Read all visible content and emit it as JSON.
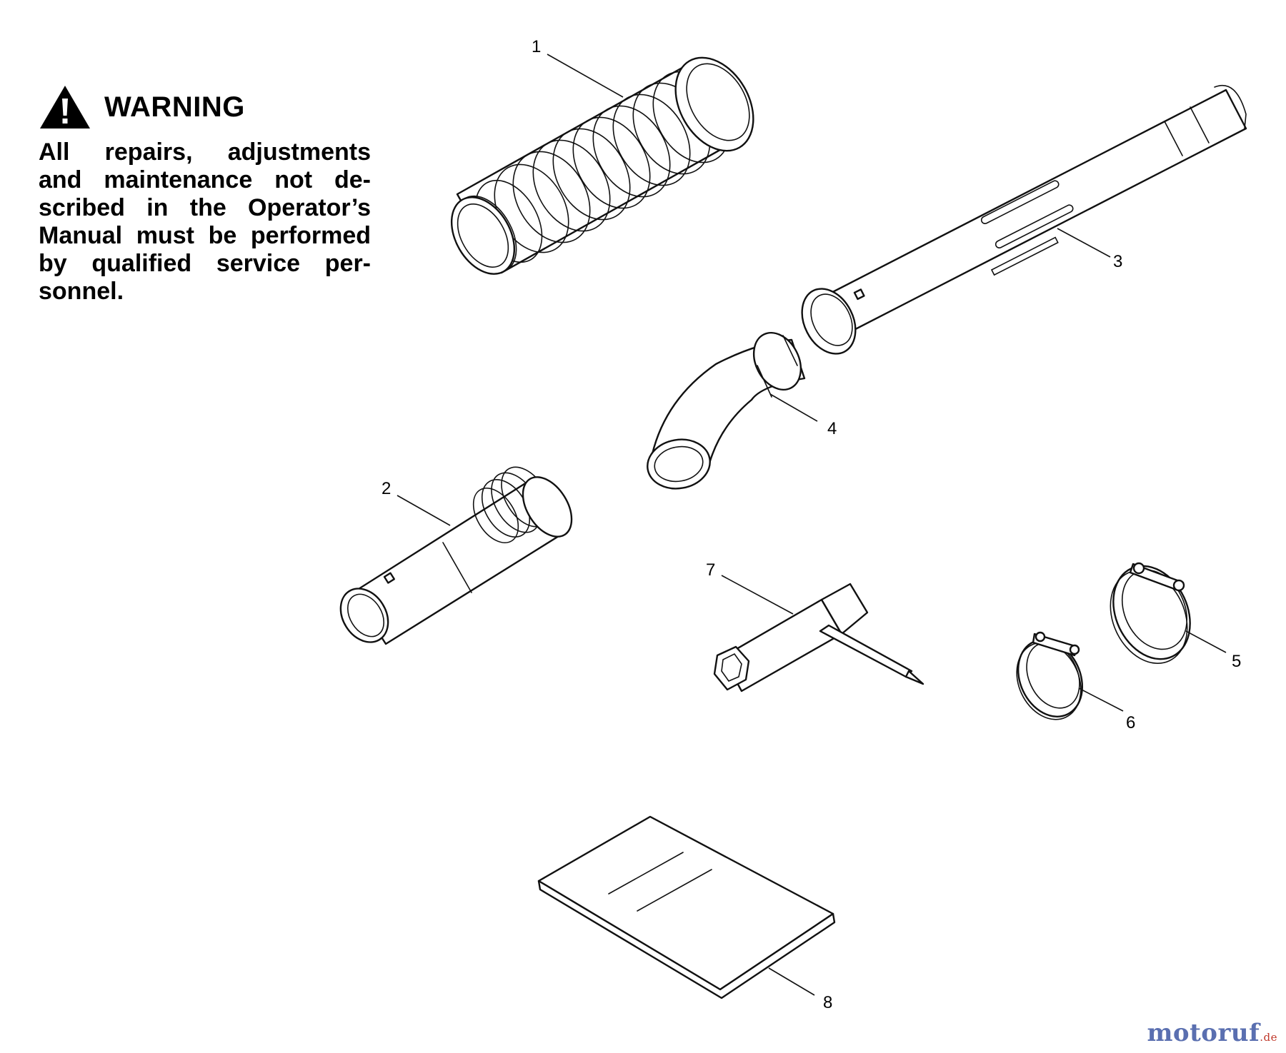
{
  "warning": {
    "title": "WARNING",
    "lines": [
      "All repairs, adjustments",
      "and maintenance not de-",
      "scribed in the Operator’s",
      "Manual must be performed",
      "by qualified  service per-",
      "sonnel."
    ]
  },
  "callouts": [
    "1",
    "2",
    "3",
    "4",
    "5",
    "6",
    "7",
    "8"
  ],
  "watermark": {
    "name": "motoruf",
    "tld": ".de"
  }
}
